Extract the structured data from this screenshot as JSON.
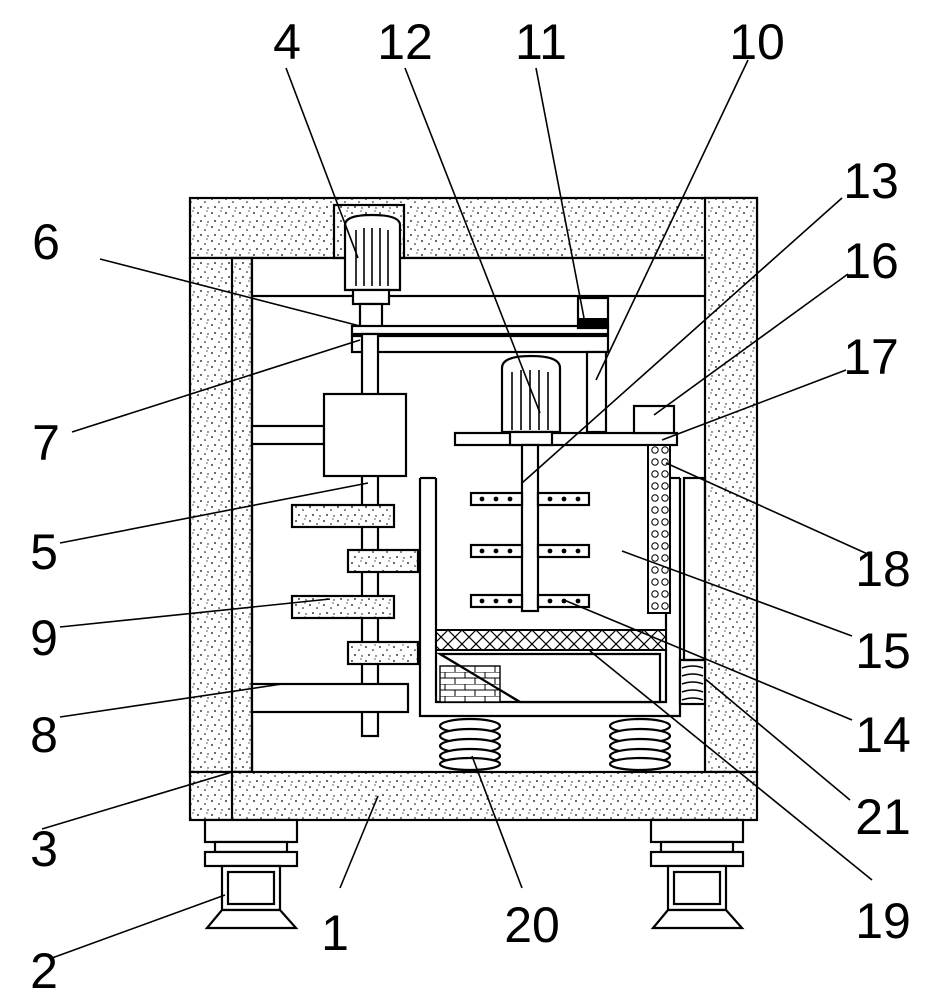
{
  "diagram": {
    "labels": [
      {
        "id": "L1",
        "text": "1"
      },
      {
        "id": "L2",
        "text": "2"
      },
      {
        "id": "L3",
        "text": "3"
      },
      {
        "id": "L4",
        "text": "4"
      },
      {
        "id": "L5",
        "text": "5"
      },
      {
        "id": "L6",
        "text": "6"
      },
      {
        "id": "L7",
        "text": "7"
      },
      {
        "id": "L8",
        "text": "8"
      },
      {
        "id": "L9",
        "text": "9"
      },
      {
        "id": "L10",
        "text": "10"
      },
      {
        "id": "L11",
        "text": "11"
      },
      {
        "id": "L12",
        "text": "12"
      },
      {
        "id": "L13",
        "text": "13"
      },
      {
        "id": "L14",
        "text": "14"
      },
      {
        "id": "L15",
        "text": "15"
      },
      {
        "id": "L16",
        "text": "16"
      },
      {
        "id": "L17",
        "text": "17"
      },
      {
        "id": "L18",
        "text": "18"
      },
      {
        "id": "L19",
        "text": "19"
      },
      {
        "id": "L20",
        "text": "20"
      },
      {
        "id": "L21",
        "text": "21"
      }
    ]
  }
}
